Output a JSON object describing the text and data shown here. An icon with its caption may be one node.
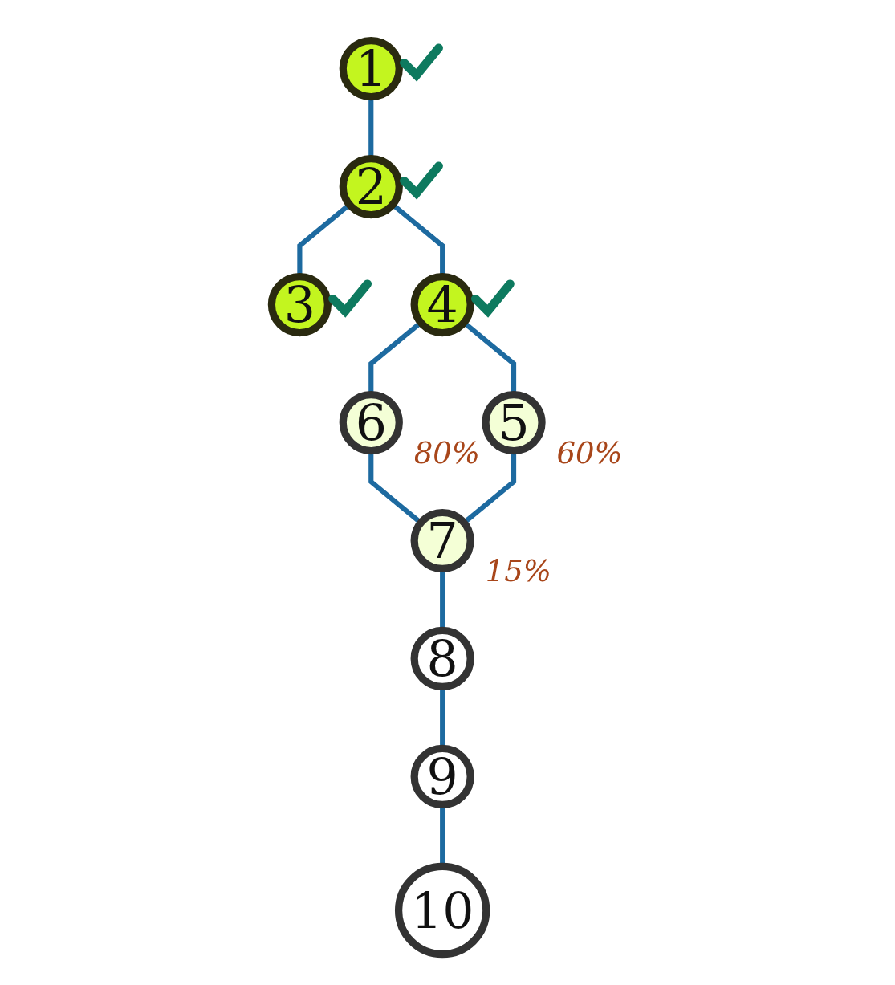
{
  "diagram": {
    "nodes": [
      {
        "text": [
          "1"
        ]
      },
      {
        "text": [
          "2"
        ]
      },
      {
        "text": [
          "3"
        ]
      },
      {
        "text": [
          "4"
        ]
      },
      {
        "text": [
          "5"
        ],
        "beside": [
          "60%"
        ]
      },
      {
        "text": [
          "6"
        ],
        "beside": [
          "80%"
        ]
      },
      {
        "text": [
          "7"
        ],
        "beside": [
          "15%"
        ]
      },
      {
        "text": [
          "8"
        ]
      },
      {
        "text": [
          "9"
        ]
      },
      {
        "text": [
          "10"
        ]
      }
    ],
    "edges": [
      {
        "from": 0,
        "to": 1,
        "arrow": "none"
      },
      {
        "from": 1,
        "to": 2,
        "arrow": "none"
      },
      {
        "from": 1,
        "to": 3,
        "arrow": "none"
      },
      {
        "from": 3,
        "to": 5,
        "arrow": "none"
      },
      {
        "from": 3,
        "to": 4,
        "arrow": "none"
      },
      {
        "from": 5,
        "to": 6,
        "arrow": "none"
      },
      {
        "from": 4,
        "to": 6,
        "arrow": "none"
      },
      {
        "from": 6,
        "to": 7,
        "arrow": "none"
      },
      {
        "from": 7,
        "to": 8,
        "arrow": "none"
      },
      {
        "from": 8,
        "to": 9,
        "arrow": "none"
      }
    ]
  }
}
